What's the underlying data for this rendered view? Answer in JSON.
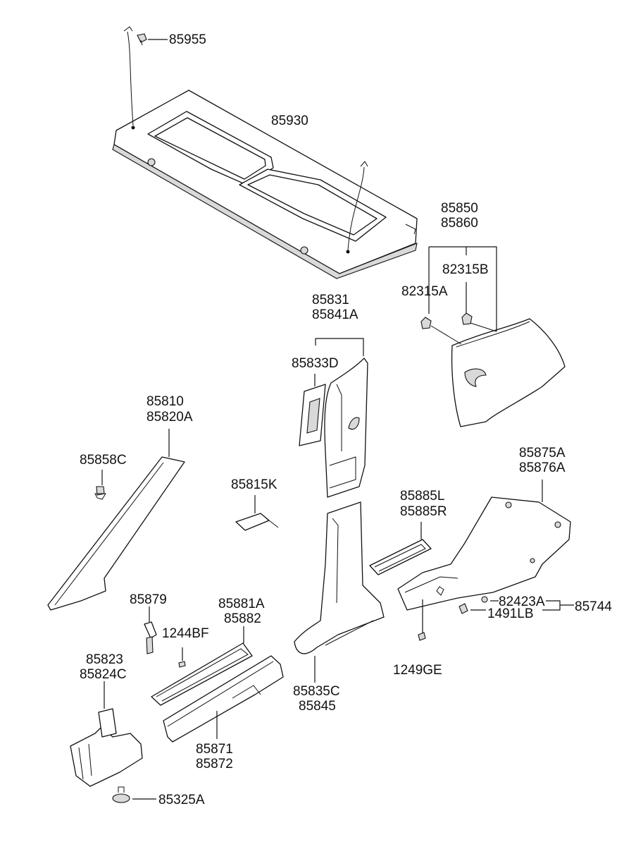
{
  "labels": {
    "p85955": "85955",
    "p85930": "85930",
    "p85850": "85850",
    "p85860": "85860",
    "p82315B": "82315B",
    "p82315A": "82315A",
    "p85831": "85831",
    "p85841A": "85841A",
    "p85833D": "85833D",
    "p85810": "85810",
    "p85820A": "85820A",
    "p85858C": "85858C",
    "p85815K": "85815K",
    "p85875A": "85875A",
    "p85876A": "85876A",
    "p85885L": "85885L",
    "p85885R": "85885R",
    "p82423A": "82423A",
    "p85744": "85744",
    "p1491LB": "1491LB",
    "p1249GE": "1249GE",
    "p85879": "85879",
    "p1244BF": "1244BF",
    "p85881A": "85881A",
    "p85882": "85882",
    "p85823": "85823",
    "p85824C": "85824C",
    "p85835C": "85835C",
    "p85845": "85845",
    "p85871": "85871",
    "p85872": "85872",
    "p85325A": "85325A"
  }
}
